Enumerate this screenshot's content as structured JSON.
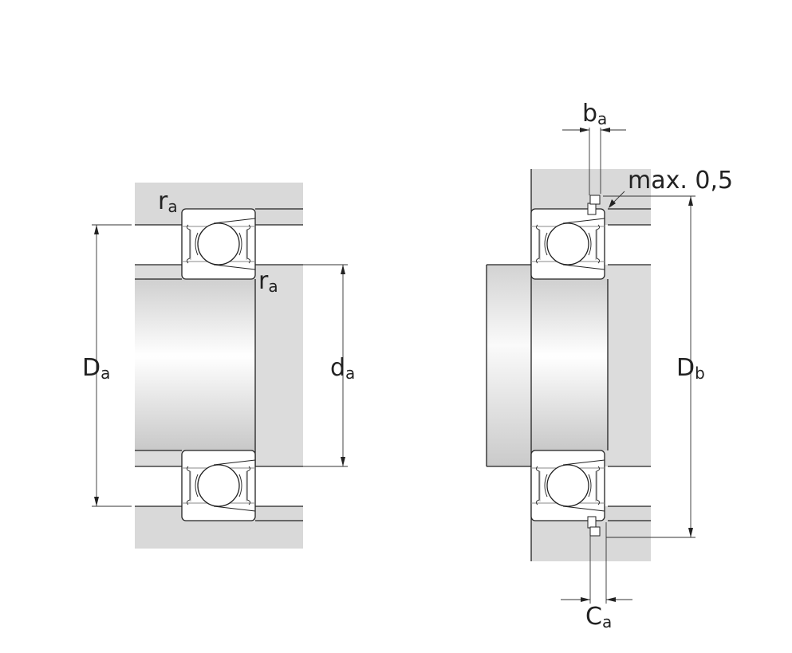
{
  "colors": {
    "housing": "#d9d9d9",
    "line": "#222222",
    "background": "#ffffff"
  },
  "left_view": {
    "fillet_top": {
      "main": "r",
      "sub": "a"
    },
    "fillet_bottom": {
      "main": "r",
      "sub": "a"
    },
    "housing_diameter": {
      "main": "D",
      "sub": "a"
    },
    "shaft_diameter": {
      "main": "d",
      "sub": "a"
    }
  },
  "right_view": {
    "ba": {
      "main": "b",
      "sub": "a"
    },
    "max_note": "max. 0,5",
    "db": {
      "main": "D",
      "sub": "b"
    },
    "ca": {
      "main": "C",
      "sub": "a"
    }
  }
}
